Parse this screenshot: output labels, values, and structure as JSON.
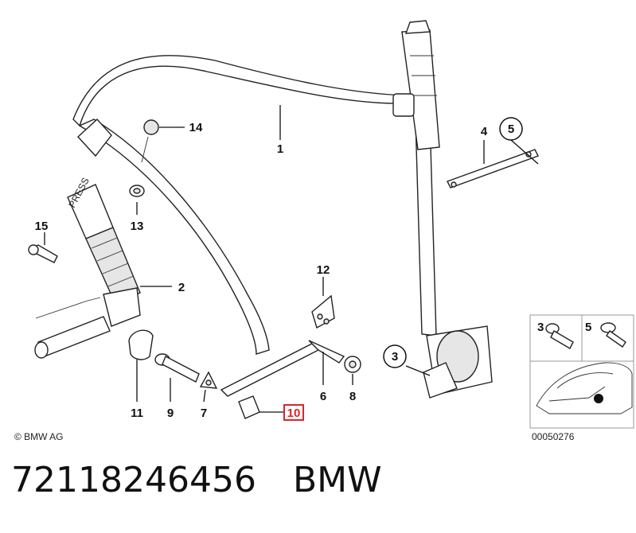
{
  "callouts": {
    "c1": "1",
    "c2": "2",
    "c3": "3",
    "c4": "4",
    "c5": "5",
    "c6": "6",
    "c7": "7",
    "c8": "8",
    "c9": "9",
    "c10": "10",
    "c11": "11",
    "c12": "12",
    "c13": "13",
    "c14": "14",
    "c15": "15"
  },
  "buckle_text": "PRESS",
  "inset": {
    "label_left": "3",
    "label_right": "5",
    "ref_code": "00050276"
  },
  "copyright": "© BMW AG",
  "footer": {
    "part_number": "72118246456",
    "brand": "BMW"
  },
  "colors": {
    "highlight_box": "#d9252a",
    "line": "#111111"
  }
}
